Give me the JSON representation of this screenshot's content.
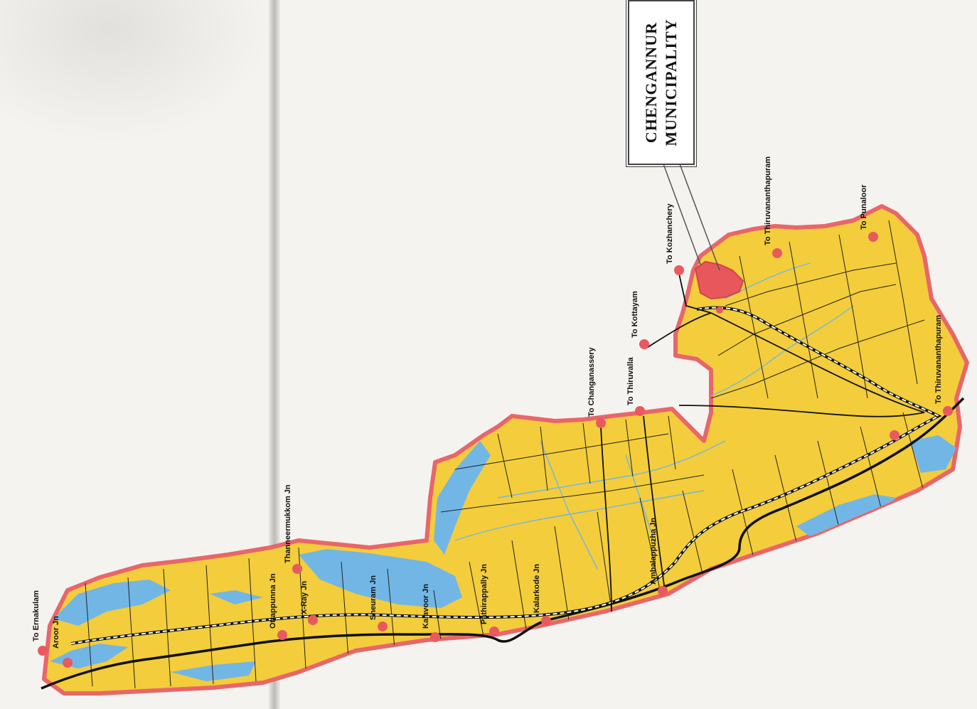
{
  "map": {
    "title_line1": "CHENGANNUR",
    "title_line2": "MUNICIPALITY",
    "colors": {
      "land": "#f3cd3b",
      "border": "#e8666a",
      "water": "#72b6e6",
      "municipality": "#e8575b",
      "road": "#111111",
      "railway": "#ffffff",
      "marker": "#e85a5e"
    },
    "labels": {
      "to_ernakulam": "To Ernakulam",
      "aroor_jn": "Aroor Jn",
      "ottappunna_jn": "Ottappunna Jn",
      "xray_jn": "X-Ray Jn",
      "thanneermukkom_jn": "Thanneermukkom Jn",
      "sheuram_jn": "Sheuram Jn",
      "kalavoor_jn": "Kalavoor Jn",
      "pathirappally_jn": "Pathirappally Jn",
      "kalarkode_jn": "Kalarkode Jn",
      "ambalappuzha_jn": "Ambalappuzha Jn",
      "to_changanassery": "To Changanassery",
      "to_thiruvalla": "To Thiruvalla",
      "to_kottayam": "To Kottayam",
      "to_kozhanchery": "To Kozhanchery",
      "to_thiruvananthapuram_1": "To Thiruvananthapuram",
      "to_punaloor": "To Punaloor",
      "to_thiruvananthapuram_2": "To Thiruvananthapuram"
    }
  }
}
